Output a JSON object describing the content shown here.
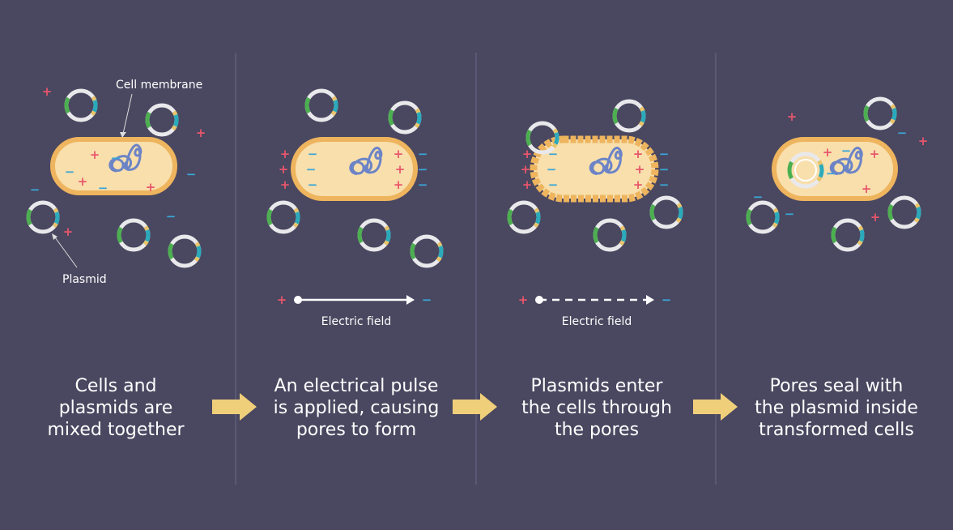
{
  "colors": {
    "background": "#4a4760",
    "divider": "#6c6a8a",
    "cell_fill": "#f8dfac",
    "cell_membrane": "#eeb45e",
    "dna": "#6c84c6",
    "positive": "#e8566c",
    "negative": "#3aa6d8",
    "plasmid_ring": "#e9e9ec",
    "plasmid_green": "#4caf50",
    "plasmid_teal": "#2aaabb",
    "plasmid_yellow": "#e8c46a",
    "arrow": "#efcf7a"
  },
  "labels": {
    "cell_membrane": "Cell membrane",
    "plasmid": "Plasmid",
    "electric_field_1": "Electric field",
    "electric_field_2": "Electric field"
  },
  "steps": [
    {
      "lines": [
        "Cells and",
        "plasmids are",
        "mixed together"
      ]
    },
    {
      "lines": [
        "An electrical pulse",
        "is applied, causing",
        "pores to form"
      ]
    },
    {
      "lines": [
        "Plasmids enter",
        "the cells through",
        "the pores"
      ]
    },
    {
      "lines": [
        "Pores seal with",
        "the plasmid inside",
        "transformed cells"
      ]
    }
  ],
  "signs": {
    "plus": "+",
    "minus": "−"
  }
}
